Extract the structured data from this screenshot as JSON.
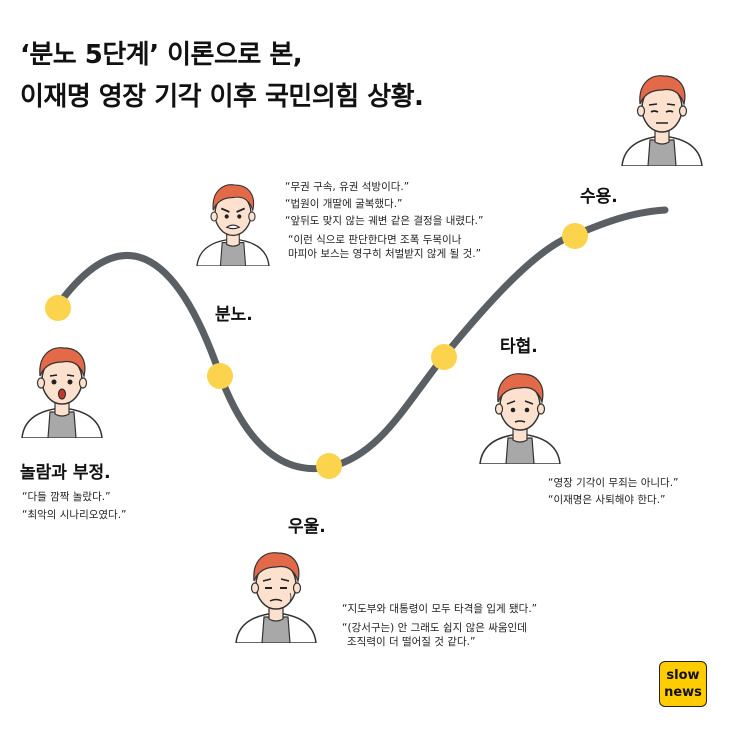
{
  "title": {
    "line1": "‘분노 5단계’ 이론으로 본,",
    "line2": "이재명 영장 기각 이후 국민의힘 상황."
  },
  "stages": [
    {
      "id": "denial",
      "label": "놀람과 부정.",
      "quotes": [
        "“다들 깜짝 놀랐다.”",
        "“최악의 시나리오였다.”"
      ]
    },
    {
      "id": "anger",
      "label": "분노.",
      "quotes": [
        "“무권 구속, 유권 석방이다.”",
        "“법원이 개딸에 굴복했다.”",
        "“앞뒤도 맞지 않는 궤변 같은 결정을 내렸다.”",
        "“이런 식으로 판단한다면 조폭 두목이나",
        "마피아 보스는 영구히 처벌받지 않게 될 것.”"
      ]
    },
    {
      "id": "depression",
      "label": "우울.",
      "quotes": [
        "“지도부와 대통령이 모두 타격을 입게 됐다.”",
        "“(강서구는) 안 그래도 쉽지 않은 싸움인데",
        "조직력이 더 떨어질 것 같다.”"
      ]
    },
    {
      "id": "bargaining",
      "label": "타협.",
      "quotes": [
        "“영장 기각이 무죄는 아니다.”",
        "“이재명은 사퇴해야 한다.”"
      ]
    },
    {
      "id": "acceptance",
      "label": "수용.",
      "quotes": []
    }
  ],
  "logo": {
    "line1": "slow",
    "line2": "news"
  },
  "colors": {
    "curve": "#5a5f63",
    "dot": "#fcd34d",
    "hair": "#e36a48",
    "skin": "#fde1cf",
    "shirt": "#a8a8a8",
    "coat": "#ffffff"
  }
}
